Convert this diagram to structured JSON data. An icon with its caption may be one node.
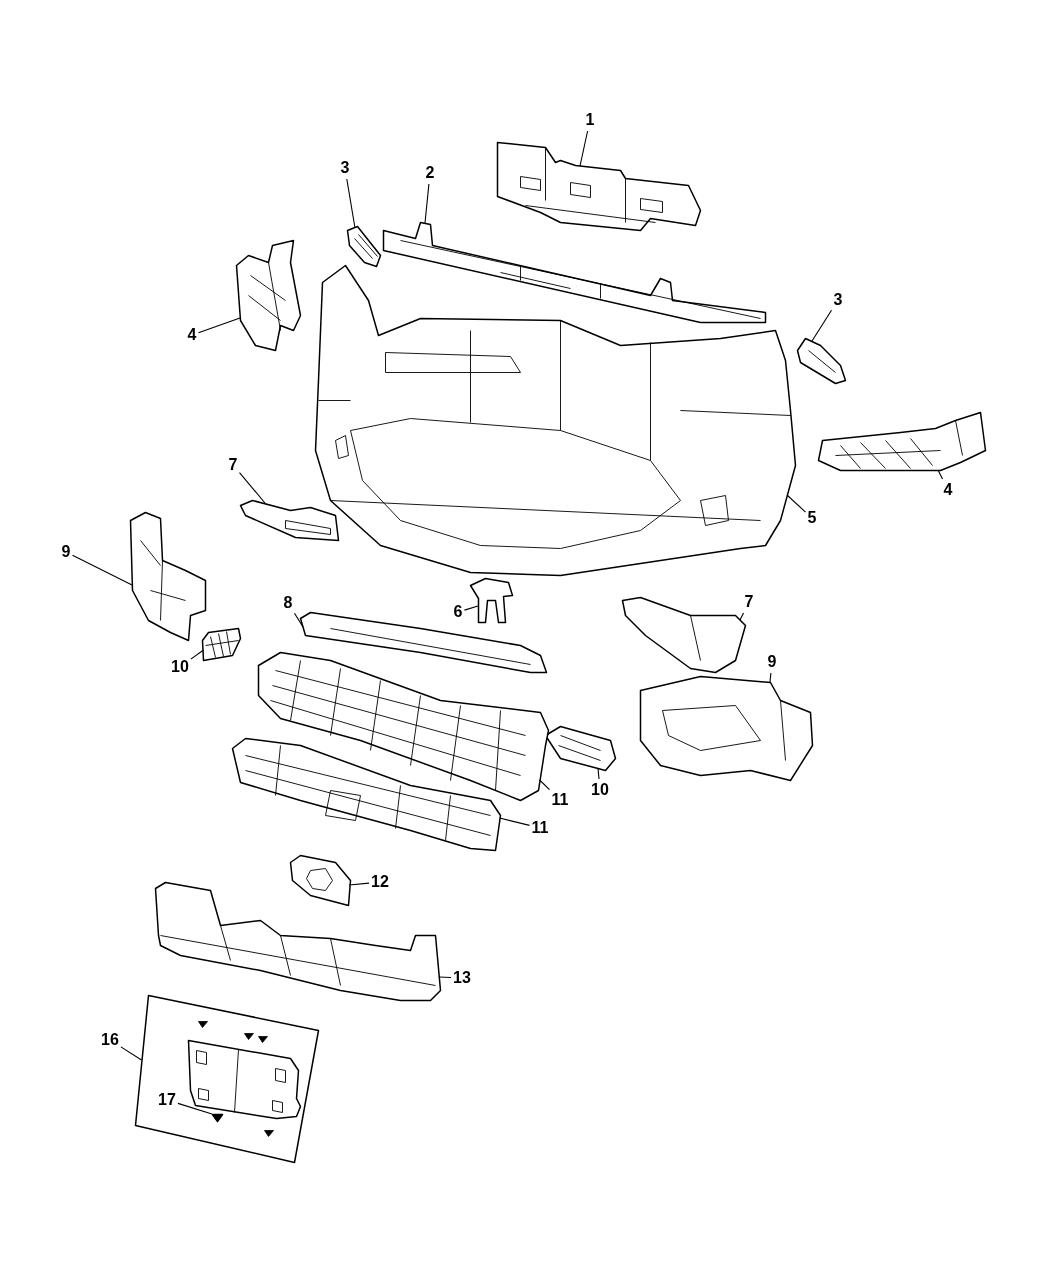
{
  "diagram": {
    "nodes": [
      {
        "text": [
          "1"
        ]
      },
      {
        "text": [],
        "shape": "picture"
      },
      {
        "text": [
          "3"
        ]
      },
      {
        "text": [],
        "shape": "picture"
      },
      {
        "text": [
          "2"
        ]
      },
      {
        "text": [],
        "shape": "picture"
      },
      {
        "text": [
          "4"
        ]
      },
      {
        "text": [],
        "shape": "picture"
      },
      {
        "text": [
          "3"
        ]
      },
      {
        "text": [],
        "shape": "picture"
      },
      {
        "text": [
          "4"
        ]
      },
      {
        "text": [],
        "shape": "picture"
      },
      {
        "text": [
          "5"
        ]
      },
      {
        "text": [],
        "shape": "picture"
      },
      {
        "text": [
          "7"
        ]
      },
      {
        "text": [],
        "shape": "picture"
      },
      {
        "text": [
          "9"
        ]
      },
      {
        "text": [],
        "shape": "picture"
      },
      {
        "text": [
          "6"
        ]
      },
      {
        "text": [],
        "shape": "picture"
      },
      {
        "text": [
          "8"
        ]
      },
      {
        "text": [],
        "shape": "picture"
      },
      {
        "text": [
          "7"
        ]
      },
      {
        "text": [],
        "shape": "picture"
      },
      {
        "text": [
          "10"
        ]
      },
      {
        "text": [],
        "shape": "picture"
      },
      {
        "text": [
          "9"
        ]
      },
      {
        "text": [],
        "shape": "picture"
      },
      {
        "text": [
          "10"
        ]
      },
      {
        "text": [],
        "shape": "picture"
      },
      {
        "text": [
          "11"
        ]
      },
      {
        "text": [],
        "shape": "picture"
      },
      {
        "text": [
          "11"
        ]
      },
      {
        "text": [],
        "shape": "picture"
      },
      {
        "text": [
          "12"
        ]
      },
      {
        "text": [],
        "shape": "picture"
      },
      {
        "text": [
          "13"
        ]
      },
      {
        "text": [],
        "shape": "picture"
      },
      {
        "text": [
          "16"
        ]
      },
      {
        "text": [],
        "shape": "box"
      },
      {
        "text": [],
        "shape": "picture",
        "in": 39
      },
      {
        "text": [
          "17"
        ],
        "in": 39
      },
      {
        "text": [],
        "shape": "picture",
        "in": 39
      }
    ],
    "edges": [
      {
        "from": 0,
        "to": 1,
        "arrow": "none"
      },
      {
        "from": 2,
        "to": 3,
        "arrow": "none"
      },
      {
        "from": 4,
        "to": 5,
        "arrow": "none"
      },
      {
        "from": 6,
        "to": 7,
        "arrow": "none"
      },
      {
        "from": 8,
        "to": 9,
        "arrow": "none"
      },
      {
        "from": 10,
        "to": 11,
        "arrow": "none"
      },
      {
        "from": 12,
        "to": 13,
        "arrow": "none"
      },
      {
        "from": 14,
        "to": 15,
        "arrow": "none"
      },
      {
        "from": 16,
        "to": 17,
        "arrow": "none"
      },
      {
        "from": 18,
        "to": 19,
        "arrow": "none"
      },
      {
        "from": 20,
        "to": 21,
        "arrow": "none"
      },
      {
        "from": 22,
        "to": 23,
        "arrow": "none"
      },
      {
        "from": 24,
        "to": 25,
        "arrow": "none"
      },
      {
        "from": 26,
        "to": 27,
        "arrow": "none"
      },
      {
        "from": 28,
        "to": 29,
        "arrow": "none"
      },
      {
        "from": 30,
        "to": 31,
        "arrow": "none"
      },
      {
        "from": 32,
        "to": 33,
        "arrow": "none"
      },
      {
        "from": 34,
        "to": 35,
        "arrow": "none"
      },
      {
        "from": 36,
        "to": 37,
        "arrow": "none"
      },
      {
        "from": 38,
        "to": 39,
        "arrow": "none"
      },
      {
        "from": 41,
        "to": 42,
        "arrow": "none"
      }
    ]
  }
}
